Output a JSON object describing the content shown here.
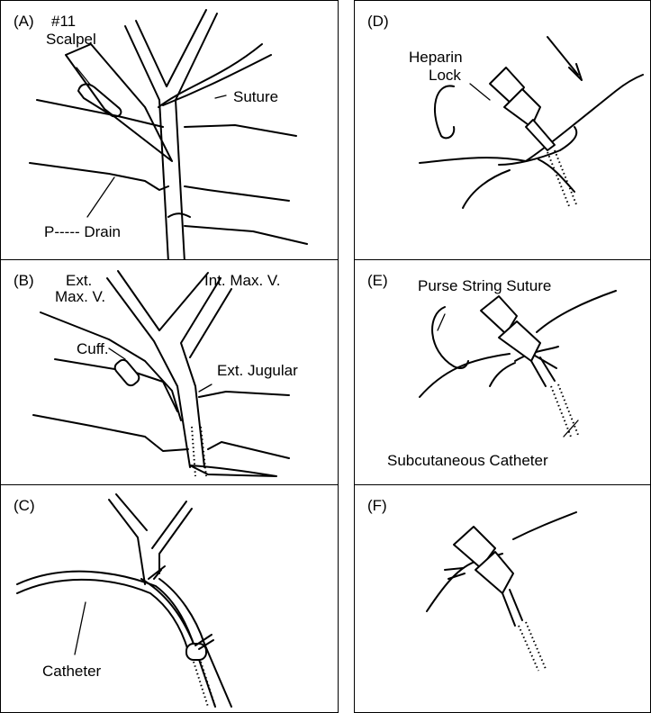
{
  "panels": {
    "a": {
      "tag": "(A)",
      "labels": {
        "scalpel_num": "#11",
        "scalpel": "Scalpel",
        "suture": "Suture",
        "drain": "P----- Drain"
      }
    },
    "b": {
      "tag": "(B)",
      "labels": {
        "ext": "Ext.",
        "ext_max_v": "Max. V.",
        "int_max_v": "Int. Max. V.",
        "cuff": "Cuff.",
        "ext_jugular": "Ext. Jugular"
      }
    },
    "c": {
      "tag": "(C)",
      "labels": {
        "catheter": "Catheter"
      }
    },
    "d": {
      "tag": "(D)",
      "labels": {
        "heparin": "Heparin",
        "lock": "Lock"
      }
    },
    "e": {
      "tag": "(E)",
      "labels": {
        "purse_string": "Purse String Suture",
        "subcutaneous": "Subcutaneous Catheter"
      }
    },
    "f": {
      "tag": "(F)"
    }
  }
}
